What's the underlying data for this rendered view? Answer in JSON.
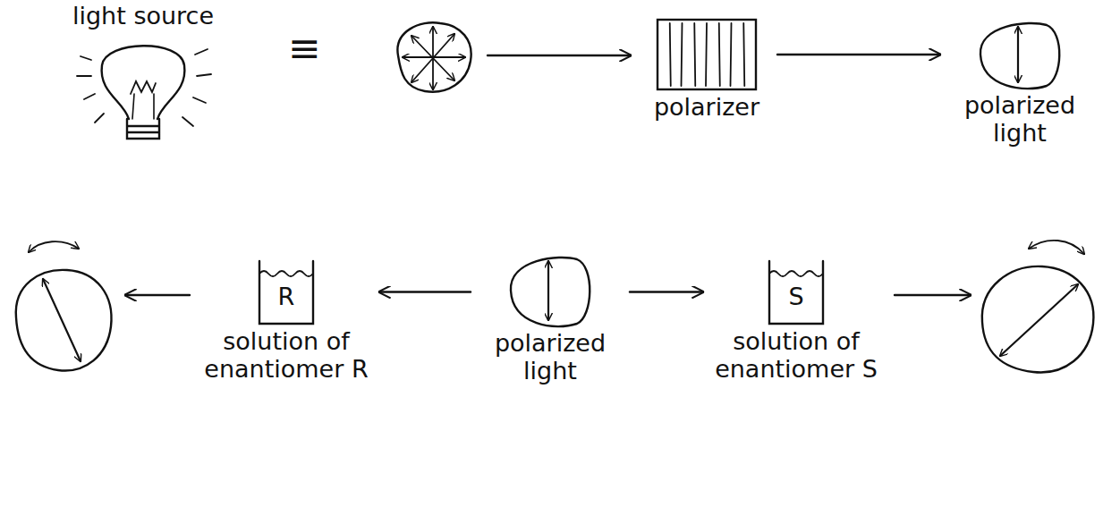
{
  "diagram": {
    "nodes": [
      {
        "text": [
          "light source"
        ]
      },
      {
        "text": [
          "polarizer"
        ]
      },
      {
        "text": [
          "polarized light"
        ]
      },
      {
        "text": [
          "R",
          "solution of enantiomer R"
        ]
      },
      {
        "text": [
          "polarized light"
        ]
      },
      {
        "text": [
          "S",
          "solution of enantiomer S"
        ]
      }
    ],
    "edges": [
      {
        "from": 1,
        "to": 2,
        "arrow": "to"
      },
      {
        "from": 4,
        "to": 3,
        "arrow": "to"
      },
      {
        "from": 4,
        "to": 5,
        "arrow": "to"
      }
    ],
    "labels": [
      "≡"
    ]
  }
}
